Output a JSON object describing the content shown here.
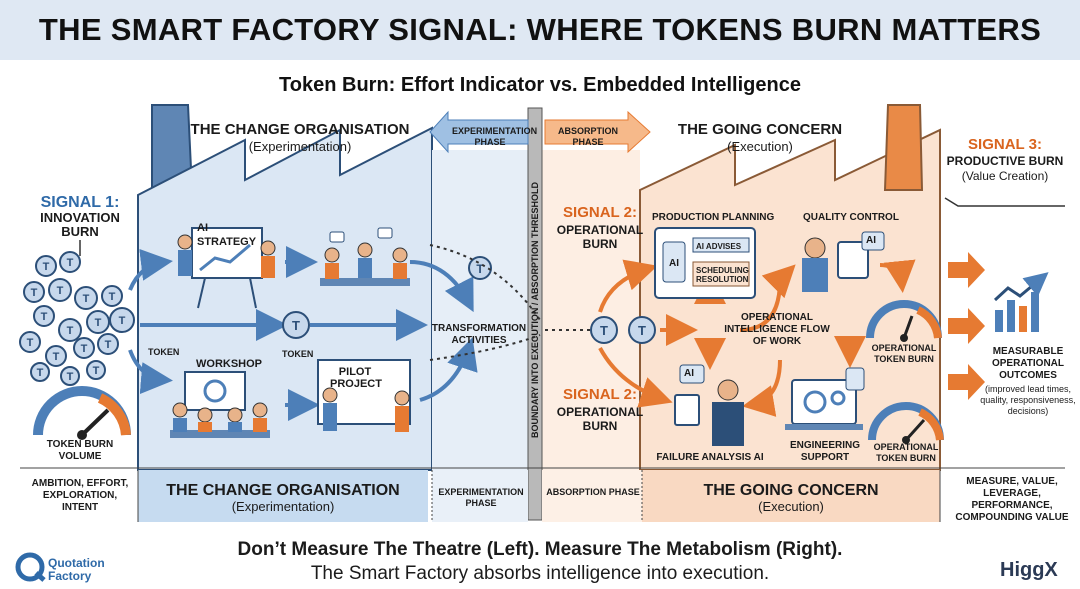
{
  "header": {
    "title": "THE SMART FACTORY SIGNAL: WHERE TOKENS BURN MATTERS",
    "subtitle": "Token Burn: Effort Indicator vs. Embedded Intelligence"
  },
  "left": {
    "heading": "THE CHANGE ORGANISATION",
    "heading_sub": "(Experimentation)",
    "signal1_title": "SIGNAL 1:",
    "signal1_label": "INNOVATION BURN",
    "ai_strategy": "AI STRATEGY",
    "workshop": "WORKSHOP",
    "pilot_project": "PILOT PROJECT",
    "token1": "TOKEN",
    "token2": "TOKEN",
    "gauge_label": "TOKEN BURN VOLUME",
    "bottom_heading": "THE CHANGE ORGANISATION",
    "bottom_sub": "(Experimentation)",
    "bottom_left_text": "AMBITION, EFFORT, EXPLORATION, INTENT"
  },
  "middle": {
    "experimentation_phase": "EXPERIMENTATION PHASE",
    "absorption_phase": "ABSORPTION PHASE",
    "transformation": "TRANSFORMATION ACTIVITIES",
    "boundary": "BOUNDARY INTO EXECUTION / ABSORPTION THRESHOLD",
    "bottom_experimentation": "EXPERIMENTATION PHASE",
    "bottom_absorption": "ABSORPTION PHASE"
  },
  "right": {
    "heading": "THE GOING CONCERN",
    "heading_sub": "(Execution)",
    "signal2a_title": "SIGNAL 2:",
    "signal2a_label": "OPERATIONAL BURN",
    "signal2b_title": "SIGNAL 2:",
    "signal2b_label": "OPERATIONAL BURN",
    "production_planning": "PRODUCTION PLANNING",
    "ai_advises": "AI ADVISES",
    "scheduling": "SCHEDULING RESOLUTION",
    "quality_control": "QUALITY CONTROL",
    "flow": "OPERATIONAL INTELLIGENCE FLOW OF WORK",
    "operational_token_burn_1": "OPERATIONAL TOKEN BURN",
    "operational_token_burn_2": "OPERATIONAL TOKEN BURN",
    "failure_analysis": "FAILURE ANALYSIS AI",
    "engineering_support": "ENGINEERING SUPPORT",
    "ai_tag": "AI",
    "signal3_title": "SIGNAL 3:",
    "signal3_label": "PRODUCTIVE BURN",
    "signal3_sub": "(Value Creation)",
    "outcomes": "MEASURABLE OPERATIONAL OUTCOMES",
    "outcomes_sub": "(improved lead times, quality, responsiveness, decisions)",
    "bottom_heading": "THE GOING CONCERN",
    "bottom_sub": "(Execution)",
    "bottom_right_text": "MEASURE, VALUE, LEVERAGE, PERFORMANCE, COMPOUNDING VALUE"
  },
  "footer": {
    "line1": "Don’t Measure The Theatre (Left). Measure The Metabolism (Right).",
    "line2": "The Smart Factory absorbs intelligence into execution.",
    "logo_left_1": "Quotation",
    "logo_left_2": "Factory",
    "logo_left_mark": "Q",
    "logo_right": "HiggX",
    "token_glyph": "T"
  },
  "colors": {
    "blue": "#2f6aa8",
    "light_blue": "#dbe7f4",
    "orange": "#e67a32",
    "light_orange": "#fbe3d1",
    "banner": "#dfe8f3"
  }
}
